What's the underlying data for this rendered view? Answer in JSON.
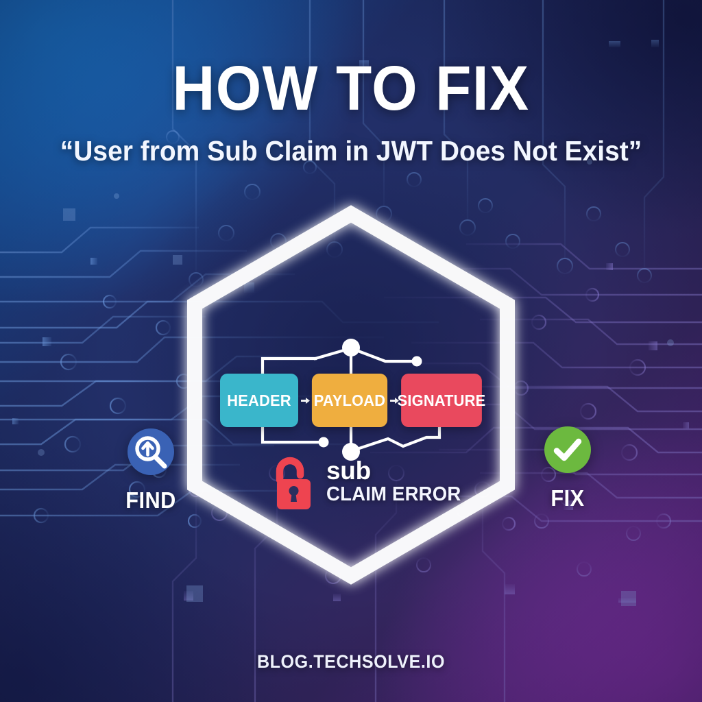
{
  "poster": {
    "title": "HOW TO FIX",
    "subtitle": "“User from Sub Claim in JWT Does Not Exist”",
    "footer": "BLOG.TECHSOLVE.IO"
  },
  "jwt_diagram": {
    "boxes": [
      {
        "label": "HEADER",
        "color": "#3ab6cb"
      },
      {
        "label": "PAYLOAD",
        "color": "#efae3f"
      },
      {
        "label": "SIGNATURE",
        "color": "#e9495e"
      }
    ],
    "arrow_glyph": "▶",
    "error": {
      "icon": "open-padlock-icon",
      "claim_name": "sub",
      "claim_status": "CLAIM ERROR",
      "color": "#ee4450"
    }
  },
  "side_badges": [
    {
      "key": "find",
      "label": "FIND",
      "icon": "magnifier-up-arrow-icon",
      "color": "#3a62b5"
    },
    {
      "key": "fix",
      "label": "FIX",
      "icon": "check-circle-icon",
      "color": "#6cb93f"
    }
  ],
  "colors": {
    "bg_top_left": "#1663bb",
    "bg_top_right": "#161b49",
    "bg_bottom_left": "#1b2257",
    "bg_bottom_right": "#6d2c91",
    "bg_center": "#232c62",
    "hexagon_stroke": "#ffffff",
    "circuit_trace": "#4f7fd0",
    "text": "#ffffff"
  },
  "decor": {
    "hexagon": "hexagon-outline",
    "circuit": "circuit-board-pattern"
  }
}
